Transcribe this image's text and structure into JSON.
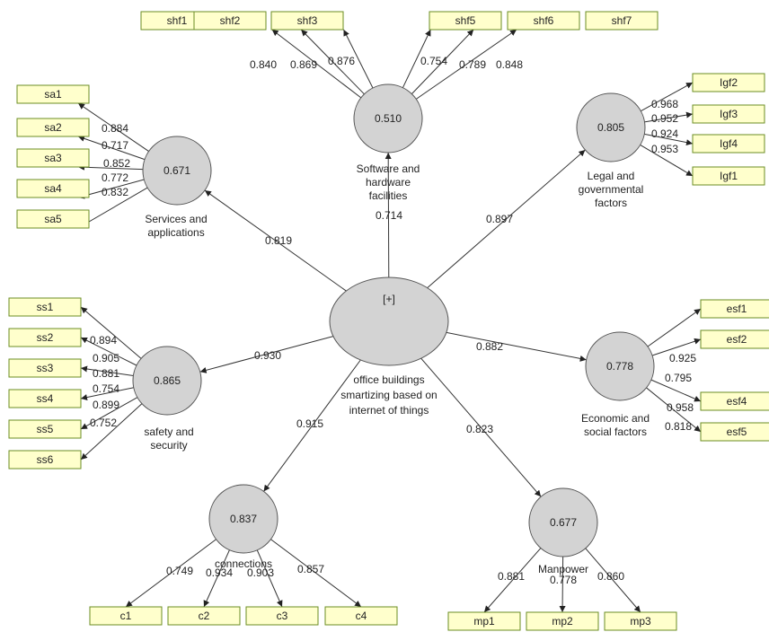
{
  "central": {
    "value": "[+]",
    "label": [
      "office buildings",
      "smartizing based on",
      "internet of things"
    ]
  },
  "constructs": {
    "shf": {
      "r2": "0.510",
      "label": [
        "Software and",
        "hardware",
        "facilities"
      ],
      "path_coef": "0.714",
      "items": [
        "shf1",
        "shf2",
        "shf3",
        "shf5",
        "shf6",
        "shf7"
      ],
      "loadings": [
        "0.840",
        "0.869",
        "0.876",
        "0.754",
        "0.789",
        "0.848"
      ]
    },
    "sa": {
      "r2": "0.671",
      "label": [
        "Services and",
        "applications"
      ],
      "path_coef": "0.819",
      "items": [
        "sa1",
        "sa2",
        "sa3",
        "sa4",
        "sa5"
      ],
      "loadings": [
        "0.884",
        "0.717",
        "0.852",
        "0.772",
        "0.832"
      ]
    },
    "lgf": {
      "r2": "0.805",
      "label": [
        "Legal and",
        "governmental",
        "factors"
      ],
      "path_coef": "0.897",
      "items": [
        "Igf2",
        "Igf3",
        "Igf4",
        "Igf1"
      ],
      "loadings": [
        "0.968",
        "0.952",
        "0.924",
        "0.953"
      ]
    },
    "ss": {
      "r2": "0.865",
      "label": [
        "safety and",
        "security"
      ],
      "path_coef": "0.930",
      "items": [
        "ss1",
        "ss2",
        "ss3",
        "ss4",
        "ss5",
        "ss6"
      ],
      "loadings": [
        "0.894",
        "0.905",
        "0.881",
        "0.754",
        "0.899",
        "0.752"
      ]
    },
    "esf": {
      "r2": "0.778",
      "label": [
        "Economic and",
        "social factors"
      ],
      "path_coef": "0.882",
      "items": [
        "esf1",
        "esf2",
        "esf4",
        "esf5"
      ],
      "loadings": [
        "0.925",
        "0.795",
        "0.958",
        "0.818"
      ]
    },
    "c": {
      "r2": "0.837",
      "label": [
        "connections"
      ],
      "path_coef": "0.915",
      "items": [
        "c1",
        "c2",
        "c3",
        "c4"
      ],
      "loadings": [
        "0.749",
        "0.934",
        "0.903",
        "0.857"
      ]
    },
    "mp": {
      "r2": "0.677",
      "label": [
        "Manpower"
      ],
      "path_coef": "0.823",
      "items": [
        "mp1",
        "mp2",
        "mp3"
      ],
      "loadings": [
        "0.881",
        "0.778",
        "0.860"
      ]
    }
  },
  "colors": {
    "indicator_fill": "#ffffcc",
    "indicator_border": "#6b8e23",
    "latent_fill": "#d3d3d3"
  }
}
